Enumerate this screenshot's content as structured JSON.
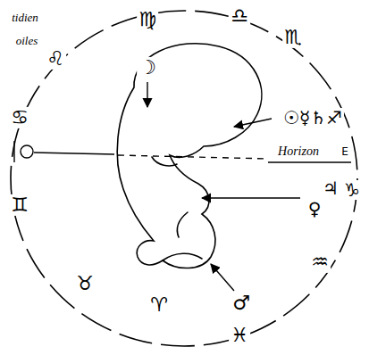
{
  "diagram": {
    "labels": [
      "tidien",
      "♍",
      "♎",
      "oiles",
      "♌",
      "☽",
      "♏",
      "♋",
      "☉☿♄♐",
      "♊",
      "Horizon",
      "E",
      "♀",
      "♃",
      "♑",
      "♒",
      "♂",
      "♉",
      "♈",
      "♓"
    ]
  }
}
